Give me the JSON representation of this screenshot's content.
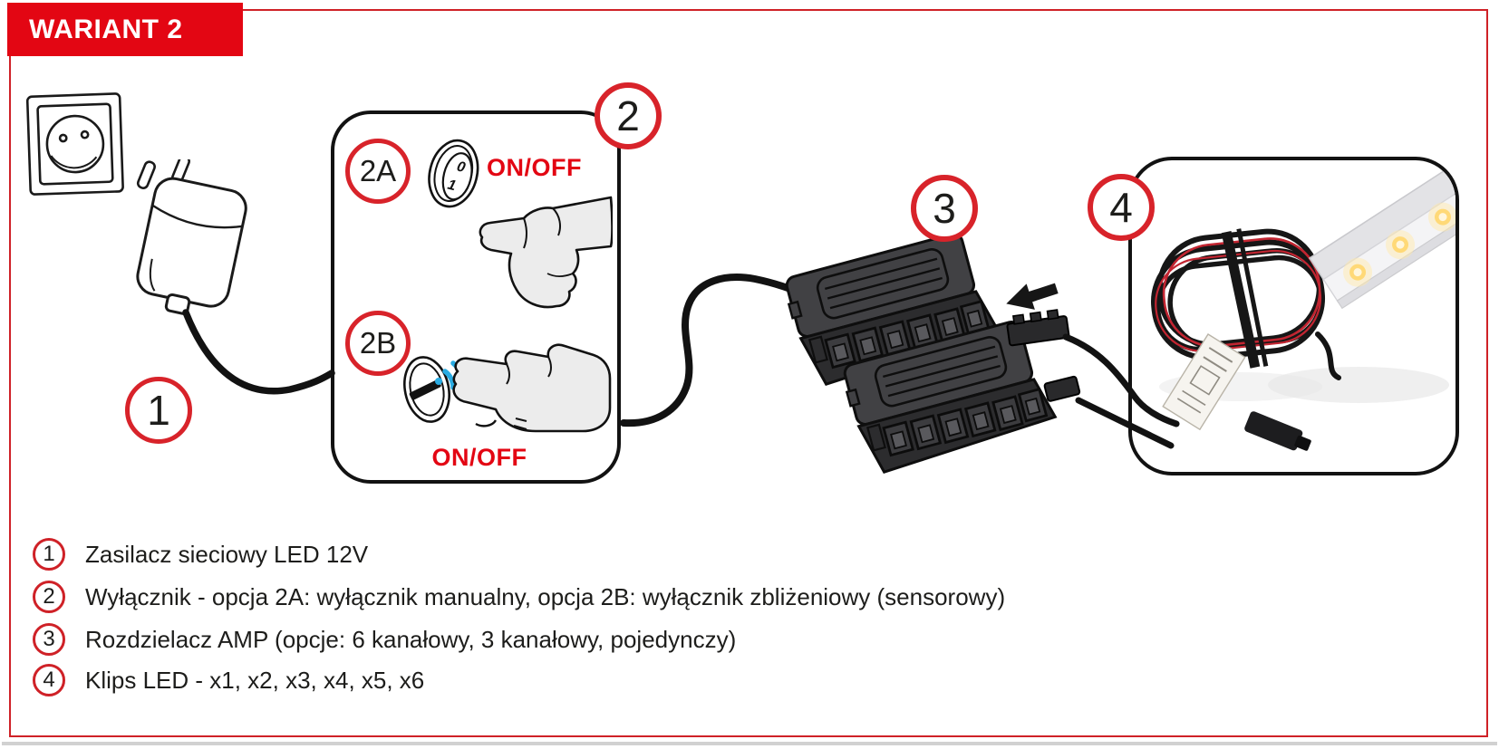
{
  "header": {
    "title": "WARIANT 2"
  },
  "badges": {
    "b1": "1",
    "b2": "2",
    "b2a": "2A",
    "b2b": "2B",
    "b3": "3",
    "b4": "4"
  },
  "switch": {
    "on_off_a": "ON/OFF",
    "on_off_b": "ON/OFF",
    "rocker_zero": "0",
    "rocker_one": "1"
  },
  "legend": {
    "items": [
      {
        "num": "1",
        "text": "Zasilacz sieciowy LED 12V"
      },
      {
        "num": "2",
        "text": "Wyłącznik - opcja 2A: wyłącznik manualny, opcja 2B: wyłącznik zbliżeniowy (sensorowy)"
      },
      {
        "num": "3",
        "text": "Rozdzielacz AMP (opcje: 6 kanałowy, 3 kanałowy, pojedynczy)"
      },
      {
        "num": "4",
        "text": "Klips LED - x1, x2, x3, x4, x5, x6"
      }
    ]
  },
  "colors": {
    "brand_red": "#e30613",
    "circle_red": "#d8232a",
    "sensor_blue": "#29abe2"
  }
}
